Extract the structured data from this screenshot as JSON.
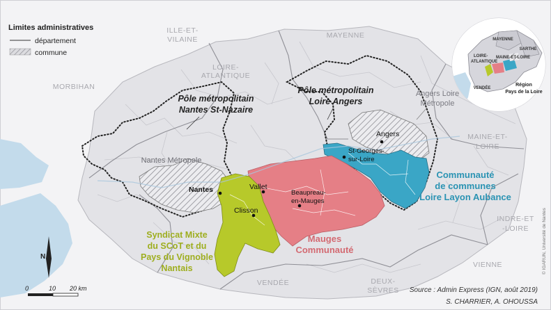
{
  "legend": {
    "title": "Limites administratives",
    "items": [
      "département",
      "commune"
    ]
  },
  "departments": {
    "ille_et_vilaine": "ILLE-ET-VILAINE",
    "mayenne": "MAYENNE",
    "loire_atlantique": "LOIRE-ATLANTIQUE",
    "morbihan": "MORBIHAN",
    "maine_et_loire": "MAINE-ET-LOIRE",
    "indre_et_loire": "INDRE-ET-LOIRE",
    "vienne": "VIENNE",
    "vendee": "VENDÉE",
    "deux_sevres": "DEUX-SÈVRES"
  },
  "territories": {
    "pole_nantes": "Pôle métropolitain Nantes St-Nazaire",
    "pole_loire_angers": "Pôle métropolitain Loire Angers",
    "angers_metropole": "Angers Loire Métropole",
    "nantes_metropole": "Nantes Métropole",
    "loire_layon": "Communauté de communes Loire Layon Aubance",
    "mauges": "Mauges Communauté",
    "scot_vignoble": "Syndicat Mixte du SCoT et du Pays du Vignoble Nantais"
  },
  "cities": {
    "nantes": "Nantes",
    "angers": "Angers",
    "vallet": "Vallet",
    "clisson": "Clisson",
    "st_georges": "St-Georges-sur-Loire",
    "beaupreau": "Beaupreau-en-Mauges"
  },
  "inset": {
    "mayenne": "MAYENNE",
    "sarthe": "SARTHE",
    "loire_atlantique": "LOIRE-ATLANTIQUE",
    "maine_et_loire": "MAINE-ET-LOIRE",
    "vendee": "VENDÉE",
    "region": "Région Pays de la Loire"
  },
  "scale": {
    "zero": "0",
    "ten": "10",
    "twenty": "20 km"
  },
  "north": "N",
  "source": "Source : Admin Express (IGN, août 2019)",
  "authors": "S. CHARRIER, A. OHOUSSA",
  "credit": "© IGARUN, Université de Nantes",
  "colors": {
    "sea": "#bfd8ea",
    "land": "#e4e4e8",
    "outside": "#f1f1f3",
    "mauges": "#e57f86",
    "loire_layon": "#3aa6c6",
    "scot": "#b7c92a",
    "hatch": "#9a9aa0"
  }
}
